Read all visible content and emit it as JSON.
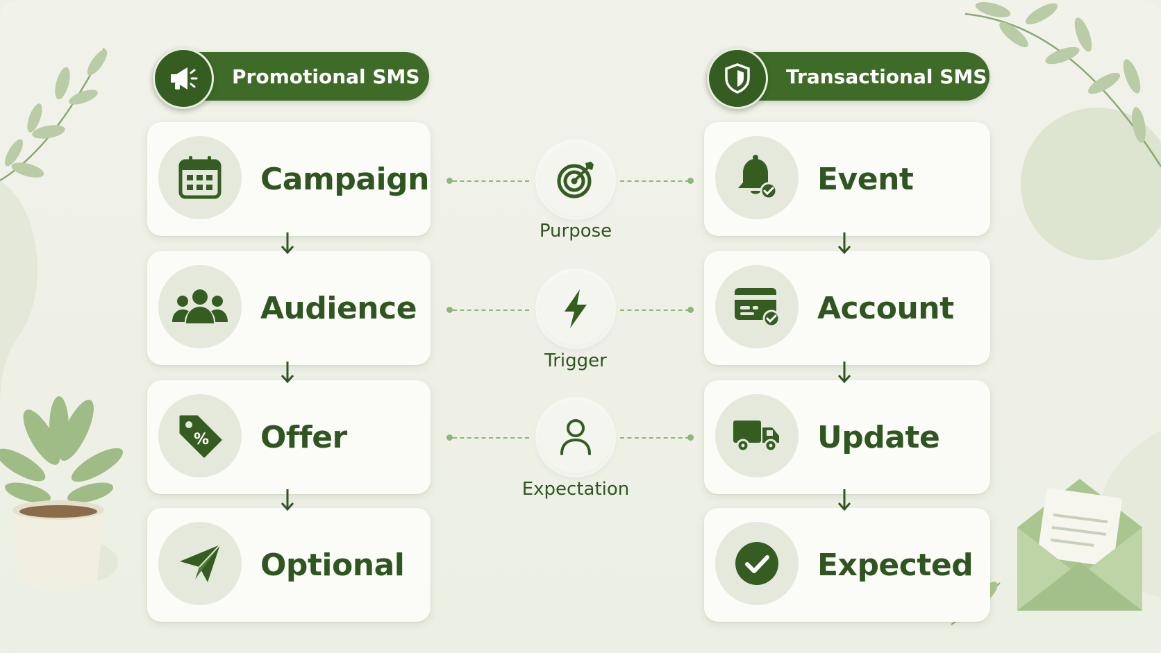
{
  "colors": {
    "accent": "#3e6b28",
    "text": "#2f5620",
    "connector": "#8fb57a",
    "card": "#fbfbf8",
    "background": "#eef0e6"
  },
  "left": {
    "title": "Promotional SMS",
    "title_icon": "megaphone-icon",
    "steps": [
      {
        "label": "Campaign",
        "icon": "calendar-icon"
      },
      {
        "label": "Audience",
        "icon": "users-icon"
      },
      {
        "label": "Offer",
        "icon": "discount-tag-icon"
      },
      {
        "label": "Optional",
        "icon": "paper-plane-icon"
      }
    ]
  },
  "right": {
    "title": "Transactional SMS",
    "title_icon": "shield-icon",
    "steps": [
      {
        "label": "Event",
        "icon": "bell-check-icon"
      },
      {
        "label": "Account",
        "icon": "credit-card-check-icon"
      },
      {
        "label": "Update",
        "icon": "delivery-truck-icon"
      },
      {
        "label": "Expected",
        "icon": "check-circle-icon"
      }
    ]
  },
  "comparisons": [
    {
      "label": "Purpose",
      "icon": "target-icon"
    },
    {
      "label": "Trigger",
      "icon": "lightning-icon"
    },
    {
      "label": "Expectation",
      "icon": "person-icon"
    }
  ]
}
